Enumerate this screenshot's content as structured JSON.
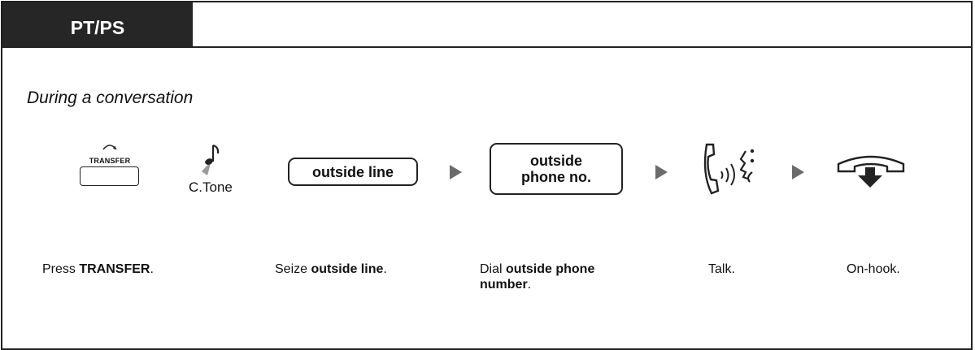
{
  "header": {
    "tab_label": "PT/PS"
  },
  "context": "During a conversation",
  "steps": [
    {
      "key_label": "TRANSFER",
      "desc_pre": "Press ",
      "desc_bold": "TRANSFER",
      "desc_post": "."
    },
    {
      "tone_label": "C.Tone"
    },
    {
      "box_label": "outside line",
      "desc_pre": "Seize ",
      "desc_bold": "outside line",
      "desc_post": "."
    },
    {
      "box_line1": "outside",
      "box_line2": "phone no.",
      "desc_pre": "Dial ",
      "desc_bold1": "outside phone",
      "desc_bold2": "number",
      "desc_post": "."
    },
    {
      "icon": "talk-icon",
      "desc": "Talk."
    },
    {
      "icon": "on-hook-icon",
      "desc": "On-hook."
    }
  ],
  "colors": {
    "tab_bg": "#262626",
    "arrow": "#6b6b6b"
  }
}
